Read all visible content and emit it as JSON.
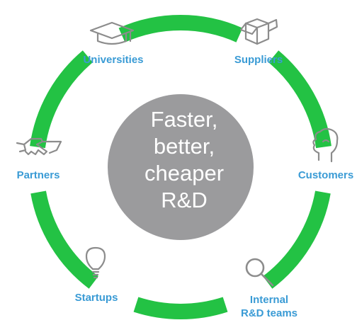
{
  "center": {
    "lines": [
      "Faster,",
      "better,",
      "cheaper",
      "R&D"
    ]
  },
  "nodes": {
    "universities": {
      "label": "Universities",
      "icon": "graduation-cap-icon"
    },
    "suppliers": {
      "label": "Suppliers",
      "icon": "open-box-icon"
    },
    "customers": {
      "label": "Customers",
      "icon": "head-profile-icon"
    },
    "internal": {
      "label_line1": "Internal",
      "label_line2": "R&D teams",
      "icon": "magnifier-icon"
    },
    "startups": {
      "label": "Startups",
      "icon": "lightbulb-icon"
    },
    "partners": {
      "label": "Partners",
      "icon": "handshake-icon"
    }
  },
  "colors": {
    "ring": "#23c244",
    "center": "#9b9b9d",
    "label": "#3a9bd5",
    "icon": "#8c8c8c"
  }
}
